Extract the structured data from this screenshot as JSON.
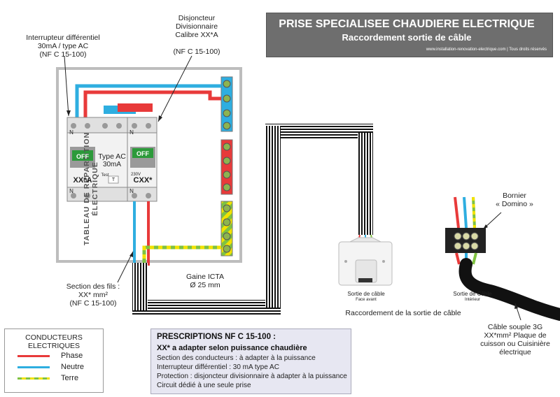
{
  "title": {
    "main": "PRISE SPECIALISEE CHAUDIERE ELECTRIQUE",
    "sub": "Raccordement sortie de câble",
    "website": "www.installation-renovation-electrique.com | Tous droits réservés"
  },
  "panel": {
    "label": "TABLEAU DE RÉPARTITION ÉLECTRIQUE"
  },
  "labels": {
    "interrupteur": [
      "Interrupteur  différentiel",
      "30mA / type AC",
      "(NF C 15-100)"
    ],
    "disjoncteur": [
      "Disjoncteur",
      "Divisionnaire",
      "Calibre  XX*A",
      "",
      "(NF C 15-100)"
    ],
    "section": [
      "Section des fils :",
      "XX* mm²",
      "(NF C 15-100)"
    ],
    "gaine": [
      "Gaine ICTA",
      "Ø 25 mm"
    ],
    "raccordement": "Raccordement  de la sortie de câble",
    "sortie_avant": [
      "Sortie de câble",
      "Face avant"
    ],
    "sortie_interieur": [
      "Sortie de Câble",
      "Intérieur"
    ],
    "bornier": [
      "Bornier",
      "« Domino »"
    ],
    "cable": [
      "Câble souple 3G",
      "XX*mm² Plaque de",
      "cuisson ou Cuisinière",
      "électrique"
    ]
  },
  "devices": {
    "interrupteur": {
      "off": "OFF",
      "type": "Type AC",
      "rating": "30mA",
      "model": "XX*A",
      "test": "Test",
      "t": "T",
      "n": "N"
    },
    "disjoncteur": {
      "off": "OFF",
      "volt": "230V",
      "model": "CXX*",
      "n": "N"
    }
  },
  "legend": {
    "title": "CONDUCTEURS ELECTRIQUES",
    "items": [
      {
        "label": "Phase",
        "color": "#e83a3a"
      },
      {
        "label": "Neutre",
        "color": "#2eaee0"
      },
      {
        "label": "Terre",
        "color": "#7fc241",
        "stripe": "#f2e200"
      }
    ]
  },
  "prescriptions": {
    "title": "PRESCRIPTIONS NF C 15-100 :",
    "subtitle": "XX* a adapter selon puissance chaudière",
    "lines": [
      "Section des conducteurs : à adapter à la puissance",
      "Interrupteur différentiel : 30 mA type AC",
      "Protection : disjoncteur divisionnaire à adapter à la puissance",
      "Circuit dédié à une seule prise"
    ]
  },
  "colors": {
    "phase": "#e83a3a",
    "neutre": "#2eaee0",
    "terre_green": "#7fc241",
    "terre_yellow": "#f2e200",
    "title_bg": "#6e6e6e",
    "presc_bg": "#e7e7f2"
  }
}
